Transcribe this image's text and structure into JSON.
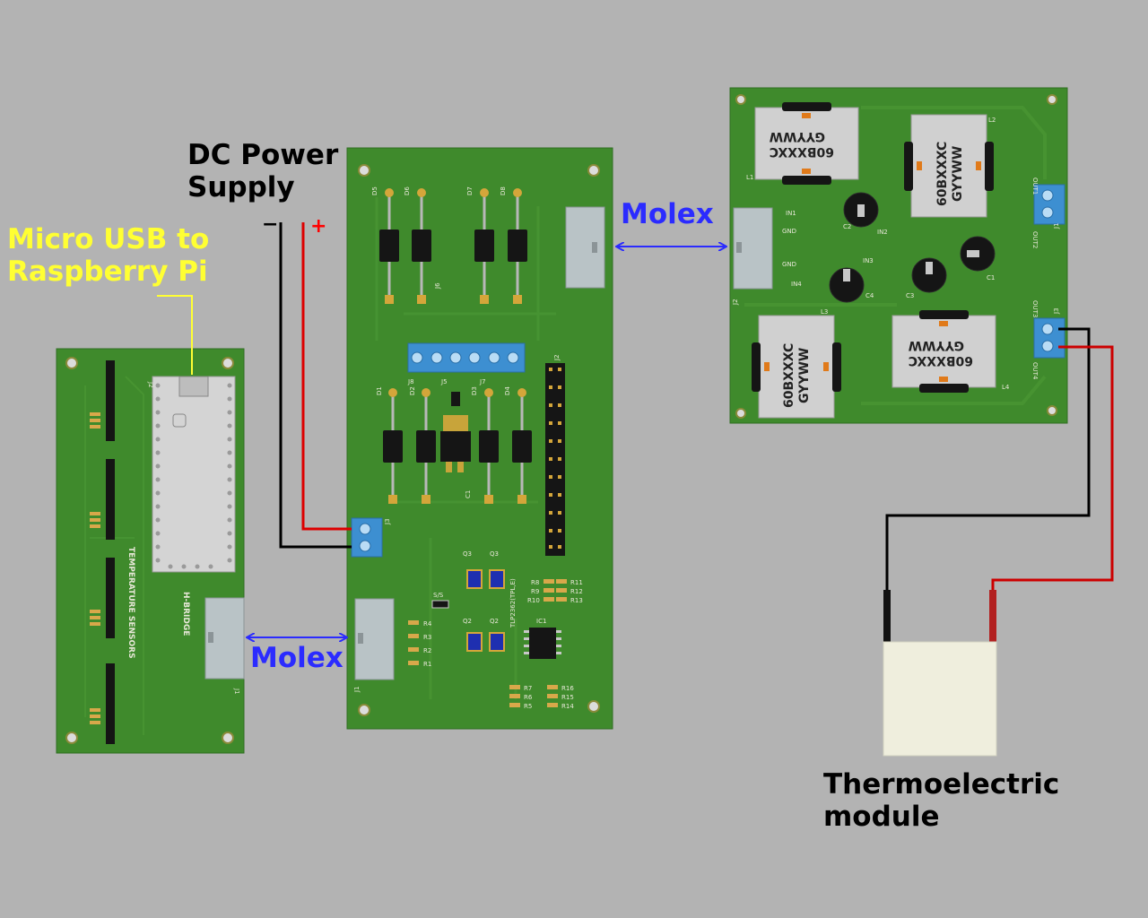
{
  "labels": {
    "dc_power_supply": [
      "DC Power",
      "Supply"
    ],
    "polarity_negative": "−",
    "polarity_positive": "+",
    "micro_usb": [
      "Micro USB to",
      "Raspberry Pi"
    ],
    "molex_top": "Molex",
    "molex_bottom": "Molex",
    "thermoelectric": [
      "Thermoelectric",
      "module"
    ]
  },
  "left_board": {
    "silkscreen": {
      "temperature_sensors": "TEMPERATURE SENSORS",
      "h_bridge": "H-BRIDGE",
      "j1": "J1",
      "j2": "J2"
    }
  },
  "middle_board": {
    "silkscreen": {
      "diodes_top": [
        "D5",
        "D6",
        "D7",
        "D8"
      ],
      "diodes_bottom": [
        "D1",
        "D2",
        "D3",
        "D4"
      ],
      "terminals": [
        "J8",
        "J5",
        "J7"
      ],
      "j2": "J2",
      "j3": "J3",
      "j1": "J1",
      "j6": "J6",
      "c1": "C1",
      "ic1": "IC1",
      "optocoupler": "TLP2362(TPL,E)",
      "resistors_right": [
        "R11",
        "R12",
        "R13",
        "R8",
        "R9",
        "R10"
      ],
      "resistors_left": [
        "R4",
        "R3",
        "R2",
        "R1"
      ],
      "resistors_bottom": [
        "R7",
        "R6",
        "R5",
        "R16",
        "R15",
        "R14"
      ],
      "q_labels": [
        "Q3",
        "Q3",
        "Q2",
        "Q2"
      ],
      "s_label": "S/S"
    }
  },
  "right_board": {
    "inductor_text": [
      "60BXXXC",
      "GYYWW"
    ],
    "silkscreen": {
      "in_labels": [
        "IN1",
        "GND",
        "GND",
        "IN4",
        "IN2",
        "IN3"
      ],
      "out_labels": [
        "OUT1",
        "OUT2",
        "OUT3",
        "OUT4"
      ],
      "inductors": [
        "L1",
        "L2",
        "L3",
        "L4"
      ],
      "capacitors": [
        "C1",
        "C2",
        "C3",
        "C4"
      ],
      "j1": "J1",
      "j2": "J2",
      "j3": "J3"
    }
  },
  "colors": {
    "background": "#b3b3b3",
    "pcb": "#3f8a2c",
    "wire_positive": "#dd0000",
    "wire_negative": "#000000",
    "molex_arrow": "#2b2bff",
    "usb_pointer": "#ffff33",
    "terminal_block": "#3d8fd1",
    "tec_body": "#efeedd"
  }
}
